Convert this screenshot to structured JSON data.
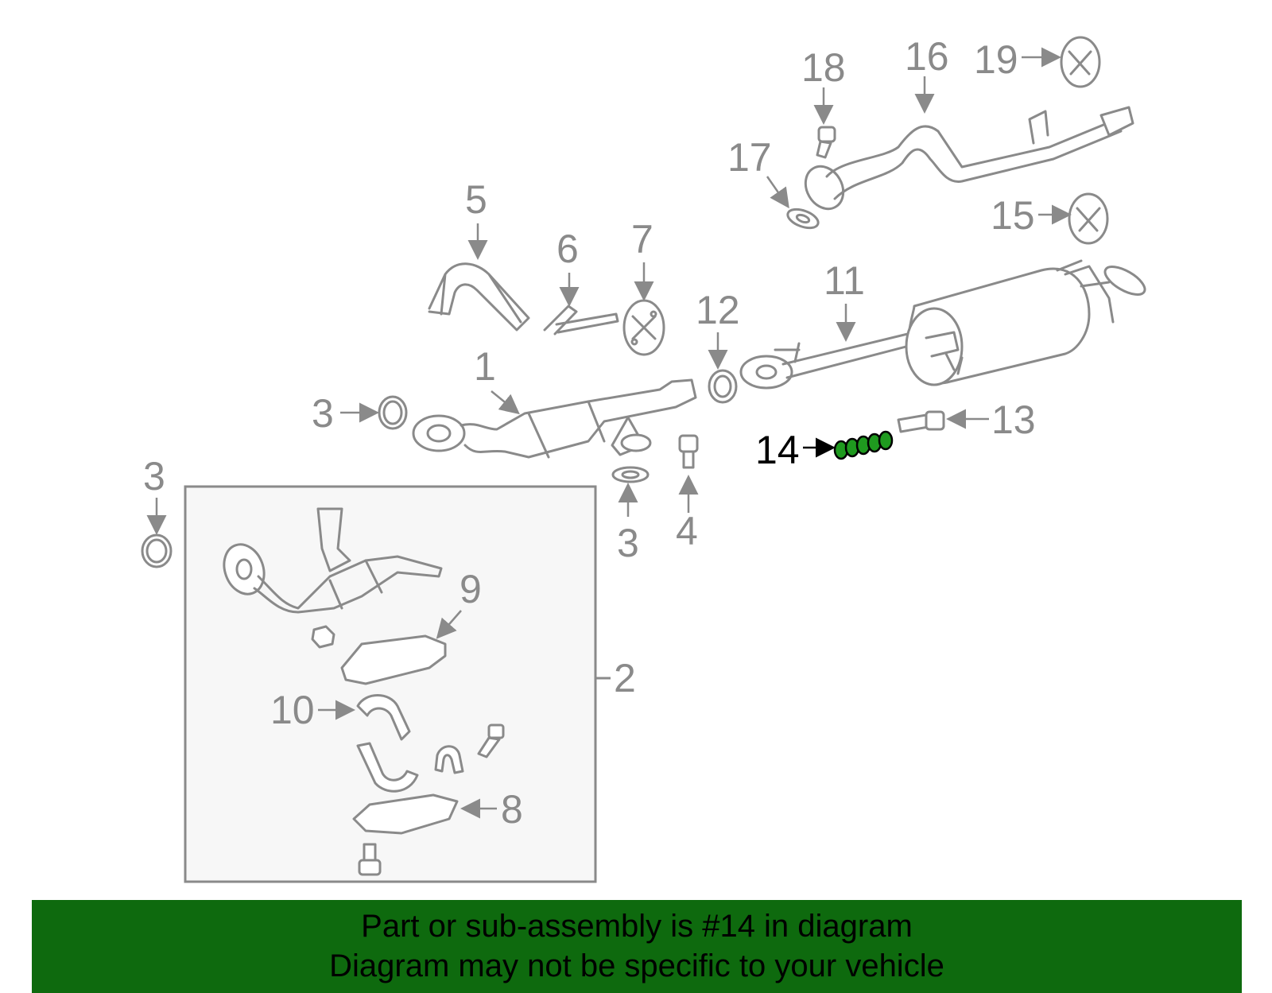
{
  "diagram": {
    "labels": {
      "p1": "1",
      "p2": "2",
      "p3a": "3",
      "p3b": "3",
      "p3c": "3",
      "p4": "4",
      "p5": "5",
      "p6": "6",
      "p7": "7",
      "p8": "8",
      "p9": "9",
      "p10": "10",
      "p11": "11",
      "p12": "12",
      "p13": "13",
      "p14": "14",
      "p15": "15",
      "p16": "16",
      "p17": "17",
      "p18": "18",
      "p19": "19"
    },
    "highlight_part": "14",
    "colors": {
      "line": "#8a8a8a",
      "highlight": "#000000",
      "part_highlight": "#1f9a1f",
      "banner": "#0e6a0e",
      "inset_bg": "#f7f7f7"
    }
  },
  "banner": {
    "line1": "Part or sub-assembly is #14 in diagram",
    "line2": "Diagram may not be specific to your vehicle"
  }
}
